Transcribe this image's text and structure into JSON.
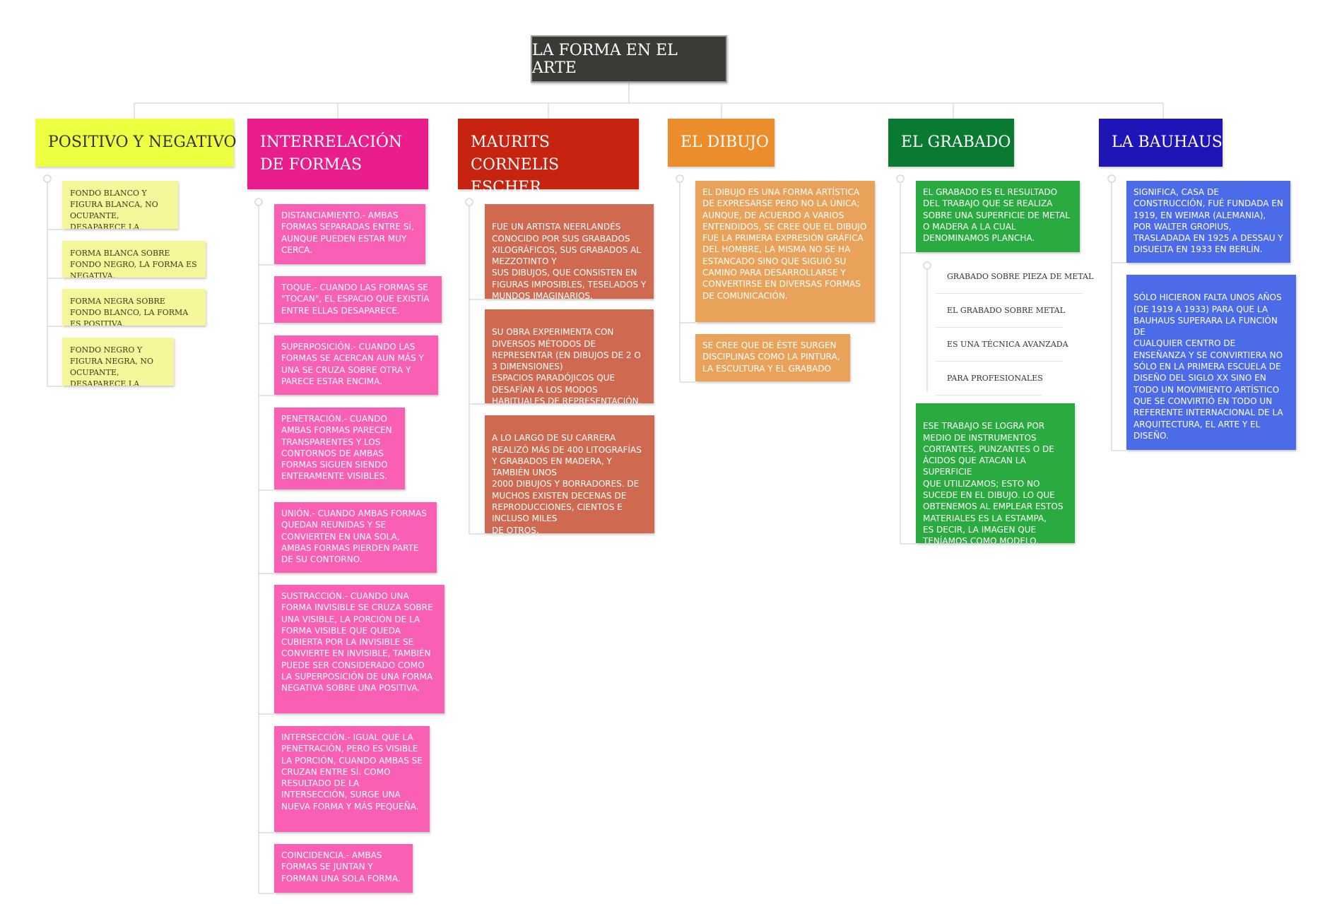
{
  "root": {
    "label": "LA FORMA EN EL ARTE"
  },
  "branches": [
    {
      "title": "POSITIVO Y NEGATIVO",
      "color": "#eeff41",
      "cards": [
        "FONDO BLANCO Y FIGURA BLANCA, NO OCUPANTE, DESAPARECE LA FIGURA.",
        "FORMA BLANCA SOBRE FONDO NEGRO, LA FORMA ES NEGATIVA.",
        "FORMA NEGRA SOBRE FONDO BLANCO, LA FORMA ES POSITIVA.",
        "FONDO NEGRO Y FIGURA NEGRA, NO OCUPANTE, DESAPARECE LA FIGURA."
      ]
    },
    {
      "title": "INTERRELACIÓN DE FORMAS",
      "color": "#e91e8c",
      "cards": [
        "DISTANCIAMIENTO.- AMBAS FORMAS SEPARADAS ENTRE SÍ, AUNQUE PUEDEN ESTAR MUY CERCA.",
        "TOQUE.- CUANDO LAS FORMAS SE \"TOCAN\", EL ESPACIO QUE EXISTÍA ENTRE ELLAS DESAPARECE.",
        "SUPERPOSICIÓN.- CUANDO LAS FORMAS SE ACERCAN AUN MÁS Y UNA SE CRUZA SOBRE OTRA Y PARECE ESTAR ENCIMA.",
        "PENETRACIÓN.- CUANDO AMBAS FORMAS PARECEN TRANSPARENTES Y LOS CONTORNOS DE AMBAS FORMAS SIGUEN SIENDO ENTERAMENTE VISIBLES.",
        "UNIÓN.- CUANDO AMBAS FORMAS QUEDAN REUNIDAS Y SE CONVIERTEN EN UNA SOLA, AMBAS FORMAS PIERDEN PARTE DE SU CONTORNO.",
        "SUSTRACCIÓN.- CUANDO UNA FORMA INVISIBLE SE CRUZA SOBRE UNA VISIBLE, LA PORCIÓN DE LA FORMA VISIBLE QUE QUEDA CUBIERTA POR LA INVISIBLE SE CONVIERTE EN INVISIBLE, TAMBIÉN PUEDE SER CONSIDERADO COMO LA SUPERPOSICIÓN DE UNA FORMA NEGATIVA SOBRE UNA POSITIVA.",
        "INTERSECCIÓN.- IGUAL QUE LA PENETRACIÓN, PERO ES VISIBLE LA PORCIÓN, CUANDO AMBAS SE CRUZAN ENTRE SÍ. COMO RESULTADO DE LA INTERSECCIÓN, SURGE UNA NUEVA FORMA Y MÁS PEQUEÑA.",
        "COINCIDENCIA.- AMBAS FORMAS SE JUNTAN Y FORMAN UNA SOLA FORMA."
      ]
    },
    {
      "title": "MAURITS CORNELIS ESCHER",
      "color": "#c62410",
      "cards": [
        "FUE UN ARTISTA NEERLANDÉS CONOCIDO POR SUS GRABADOS XILOGRÁFICOS, SUS GRABADOS AL MEZZOTINTO Y\nSUS DIBUJOS, QUE CONSISTEN EN FIGURAS IMPOSIBLES, TESELADOS Y MUNDOS IMAGINARIOS.",
        "SU OBRA EXPERIMENTA CON DIVERSOS MÉTODOS DE REPRESENTAR (EN DIBUJOS DE 2 O 3 DIMENSIONES)\nESPACIOS PARADÓJICOS QUE DESAFÍAN A LOS MODOS HABITUALES DE REPRESENTACIÓN.",
        "A LO LARGO DE SU CARRERA REALIZÓ MÁS DE 400 LITOGRAFÍAS Y GRABADOS EN MADERA, Y TAMBIÉN UNOS\n2000 DIBUJOS Y BORRADORES. DE MUCHOS EXISTEN DECENAS DE REPRODUCCIONES, CIENTOS E INCLUSO MILES\nDE OTROS."
      ]
    },
    {
      "title": "EL DIBUJO",
      "color": "#ec8d2c",
      "cards": [
        "EL DIBUJO ES UNA FORMA ARTÍSTICA DE EXPRESARSE PERO NO LA ÚNICA; AUNQUE, DE ACUERDO A VARIOS ENTENDIDOS, SE CREE QUE EL DIBUJO FUE LA PRIMERA EXPRESIÓN GRÁFICA DEL HOMBRE, LA MISMA NO SE HA ESTANCADO SINO QUE SIGUIÓ SU CAMINO PARA DESARROLLARSE Y CONVERTIRSE EN DIVERSAS FORMAS DE COMUNICACIÓN.",
        "SE CREE QUE DE ÉSTE SURGEN DISCIPLINAS COMO LA PINTURA, LA ESCULTURA Y EL GRABADO"
      ]
    },
    {
      "title": "EL GRABADO",
      "color": "#0a7a32",
      "cards": [
        "EL GRABADO ES EL RESULTADO DEL TRABAJO QUE SE REALIZA SOBRE UNA SUPERFICIE DE METAL O MADERA A LA CUAL DENOMINAMOS PLANCHA.",
        "ESE TRABAJO SE LOGRA POR MEDIO DE INSTRUMENTOS CORTANTES, PUNZANTES O DE ÁCIDOS QUE ATACAN LA SUPERFICIE\nQUE UTILIZAMOS; ESTO NO SUCEDE EN EL DIBUJO. LO QUE OBTENEMOS AL EMPLEAR ESTOS MATERIALES ES LA ESTAMPA,\nES DECIR, LA IMAGEN QUE TENÍAMOS COMO MODELO."
      ],
      "leaves": [
        "GRABADO SOBRE PIEZA DE METAL",
        "EL GRABADO SOBRE METAL",
        "ES UNA TÉCNICA AVANZADA",
        "PARA PROFESIONALES"
      ]
    },
    {
      "title": "LA BAUHAUS",
      "color": "#1f14b5",
      "cards": [
        "SIGNIFICA, CASA DE CONSTRUCCIÓN, FUÉ FUNDADA EN 1919, EN WEIMAR (ALEMANIA), POR WALTER GROPIUS, TRASLADADA EN 1925 A DESSAU Y DISUELTA EN 1933 EN BERLÍN.",
        "SÓLO HICIERON FALTA UNOS AÑOS (DE 1919 A 1933) PARA QUE LA BAUHAUS SUPERARA LA FUNCIÓN DE\nCUALQUIER CENTRO DE ENSEÑANZA Y SE CONVIRTIERA NO SÓLO EN LA PRIMERA ESCUELA DE DISEÑO DEL SIGLO XX SINO EN TODO UN MOVIMIENTO ARTÍSTICO QUE SE CONVIRTIÓ EN TODO UN REFERENTE INTERNACIONAL DE LA ARQUITECTURA, EL ARTE Y EL DISEÑO."
      ]
    }
  ]
}
